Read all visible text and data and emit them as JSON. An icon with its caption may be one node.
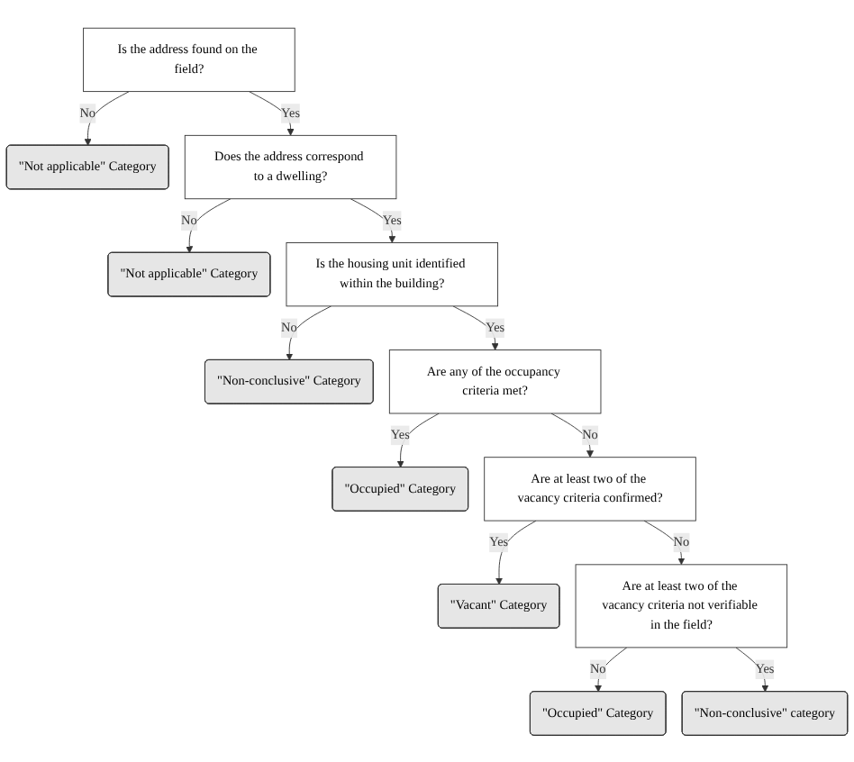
{
  "diagram": {
    "nodes": [
      {
        "text": [
          "Is the address found on the field?"
        ]
      },
      {
        "text": [
          "\"Not applicable\" Category"
        ]
      },
      {
        "text": [
          "Does the address correspond to a dwelling?"
        ]
      },
      {
        "text": [
          "\"Not applicable\" Category"
        ]
      },
      {
        "text": [
          "Is the housing unit identified within the building?"
        ]
      },
      {
        "text": [
          "\"Non-conclusive\" Category"
        ]
      },
      {
        "text": [
          "Are any of the occupancy criteria met?"
        ]
      },
      {
        "text": [
          "\"Occupied\" Category"
        ]
      },
      {
        "text": [
          "Are at least two of the vacancy criteria confirmed?"
        ]
      },
      {
        "text": [
          "\"Vacant\" Category"
        ]
      },
      {
        "text": [
          "Are at least two of the vacancy criteria not verifiable in the field?"
        ]
      },
      {
        "text": [
          "\"Occupied\" Category"
        ]
      },
      {
        "text": [
          "\"Non-conclusive\" category"
        ]
      }
    ],
    "edges": [
      {
        "from": 0,
        "to": 1,
        "arrow": "to",
        "label": "No"
      },
      {
        "from": 0,
        "to": 2,
        "arrow": "to",
        "label": "Yes"
      },
      {
        "from": 2,
        "to": 3,
        "arrow": "to",
        "label": "No"
      },
      {
        "from": 2,
        "to": 4,
        "arrow": "to",
        "label": "Yes"
      },
      {
        "from": 4,
        "to": 5,
        "arrow": "to",
        "label": "No"
      },
      {
        "from": 4,
        "to": 6,
        "arrow": "to",
        "label": "Yes"
      },
      {
        "from": 6,
        "to": 7,
        "arrow": "to",
        "label": "Yes"
      },
      {
        "from": 6,
        "to": 8,
        "arrow": "to",
        "label": "No"
      },
      {
        "from": 8,
        "to": 9,
        "arrow": "to",
        "label": "Yes"
      },
      {
        "from": 8,
        "to": 10,
        "arrow": "to",
        "label": "No"
      },
      {
        "from": 10,
        "to": 11,
        "arrow": "to",
        "label": "No"
      },
      {
        "from": 10,
        "to": 12,
        "arrow": "to",
        "label": "Yes"
      }
    ]
  }
}
